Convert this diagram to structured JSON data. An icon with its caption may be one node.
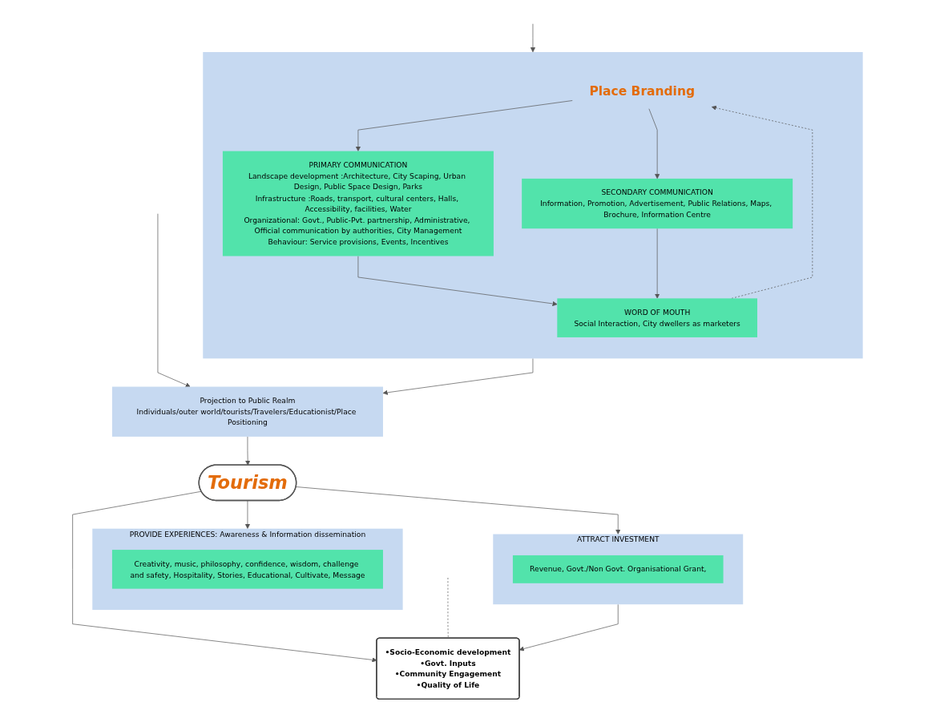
{
  "diagram": {
    "nodes": [
      {
        "text": [],
        "shape": "box"
      },
      {
        "text": [
          "Place Branding"
        ],
        "in": 0
      },
      {
        "text": [
          "PRIMARY COMMUNICATION",
          "Landscape development :Architecture, City Scaping, Urban Design, Public Space Design, Parks",
          "Infrastructure :Roads, transport, cultural centers, Halls, Accessibility, facilities, Water",
          "Organizational: Govt., Public-Pvt. partnership, Administrative, Official communication by authorities, City Management",
          "Behaviour: Service provisions, Events, Incentives"
        ],
        "in": 0
      },
      {
        "text": [
          "SECONDARY COMMUNICATION",
          "Information, Promotion, Advertisement, Public Relations, Maps, Brochure, Information Centre"
        ],
        "in": 0
      },
      {
        "text": [
          "WORD OF MOUTH",
          "Social Interaction, City dwellers as marketers"
        ],
        "in": 0
      },
      {
        "text": [
          "Projection to Public Realm",
          "Individuals/outer world/tourists/Travelers/Educationist/Place Positioning"
        ]
      },
      {
        "text": [
          "Tourism"
        ]
      },
      {
        "text": [
          "PROVIDE EXPERIENCES: Awareness & Information dissemination"
        ]
      },
      {
        "text": [
          "Creativity, music, philosophy, confidence, wisdom, challenge and safety, Hospitality, Stories, Educational, Cultivate, Message"
        ],
        "in": 7
      },
      {
        "text": [
          "ATTRACT INVESTMENT"
        ]
      },
      {
        "text": [
          "Revenue, Govt./Non Govt. Organisational Grant,"
        ],
        "in": 9
      },
      {
        "text": [
          "•Socio-Economic development",
          "•Govt. Inputs",
          "•Community Engagement",
          "•Quality of Life"
        ]
      }
    ],
    "edges": [
      {
        "from": null,
        "to": 0,
        "arrow": "to"
      },
      {
        "from": 1,
        "to": 2,
        "arrow": "to"
      },
      {
        "from": 1,
        "to": 3,
        "arrow": "to"
      },
      {
        "from": 2,
        "to": 4,
        "arrow": "to"
      },
      {
        "from": 3,
        "to": 4,
        "arrow": "to"
      },
      {
        "from": 4,
        "to": 1,
        "arrow": "to",
        "style": "dashed"
      },
      {
        "from": 0,
        "to": 5,
        "arrow": "to"
      },
      {
        "from": null,
        "to": 5,
        "arrow": "to"
      },
      {
        "from": 5,
        "to": 6,
        "arrow": "to"
      },
      {
        "from": 6,
        "to": 7,
        "arrow": "to"
      },
      {
        "from": 6,
        "to": 9,
        "arrow": "to"
      },
      {
        "from": 6,
        "to": 11,
        "arrow": "to"
      },
      {
        "from": 9,
        "to": 11,
        "arrow": "to"
      },
      {
        "from": null,
        "to": 11,
        "arrow": "none",
        "style": "dashed"
      }
    ]
  }
}
